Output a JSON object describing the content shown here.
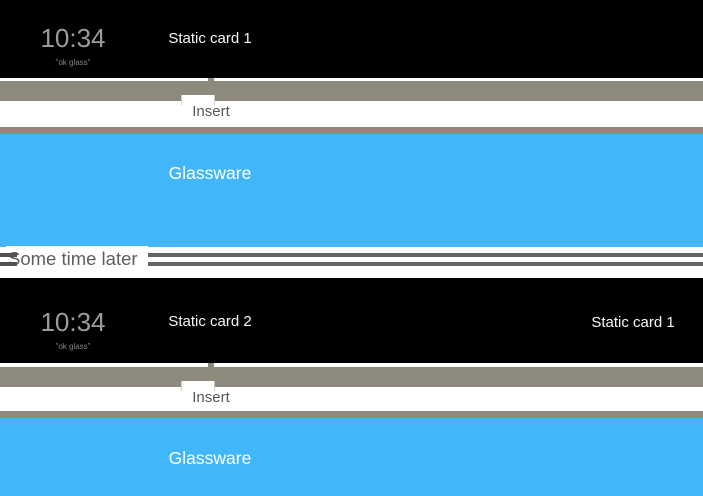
{
  "colors": {
    "card_black": "#000000",
    "timeline_gray": "#8d897c",
    "glassware_blue": "#41b6f9",
    "divider_line_gray": "#646464",
    "insert_text_gray": "#57575a",
    "clock_text_gray": "#9c9c9c",
    "ok_glass_text_gray": "#848484",
    "card_label_white": "#f7f7f7",
    "divider_text_gray": "#5e5e60"
  },
  "state1": {
    "clock": "10:34",
    "voice_prompt": "\"ok glass\"",
    "card_label": "Static card 1",
    "insert_label": "Insert",
    "glassware_label": "Glassware"
  },
  "divider": {
    "label": "Some time later"
  },
  "state2": {
    "clock": "10:34",
    "voice_prompt": "\"ok glass\"",
    "card_label": "Static card 2",
    "card_label_right": "Static card 1",
    "insert_label": "Insert",
    "glassware_label": "Glassware"
  }
}
